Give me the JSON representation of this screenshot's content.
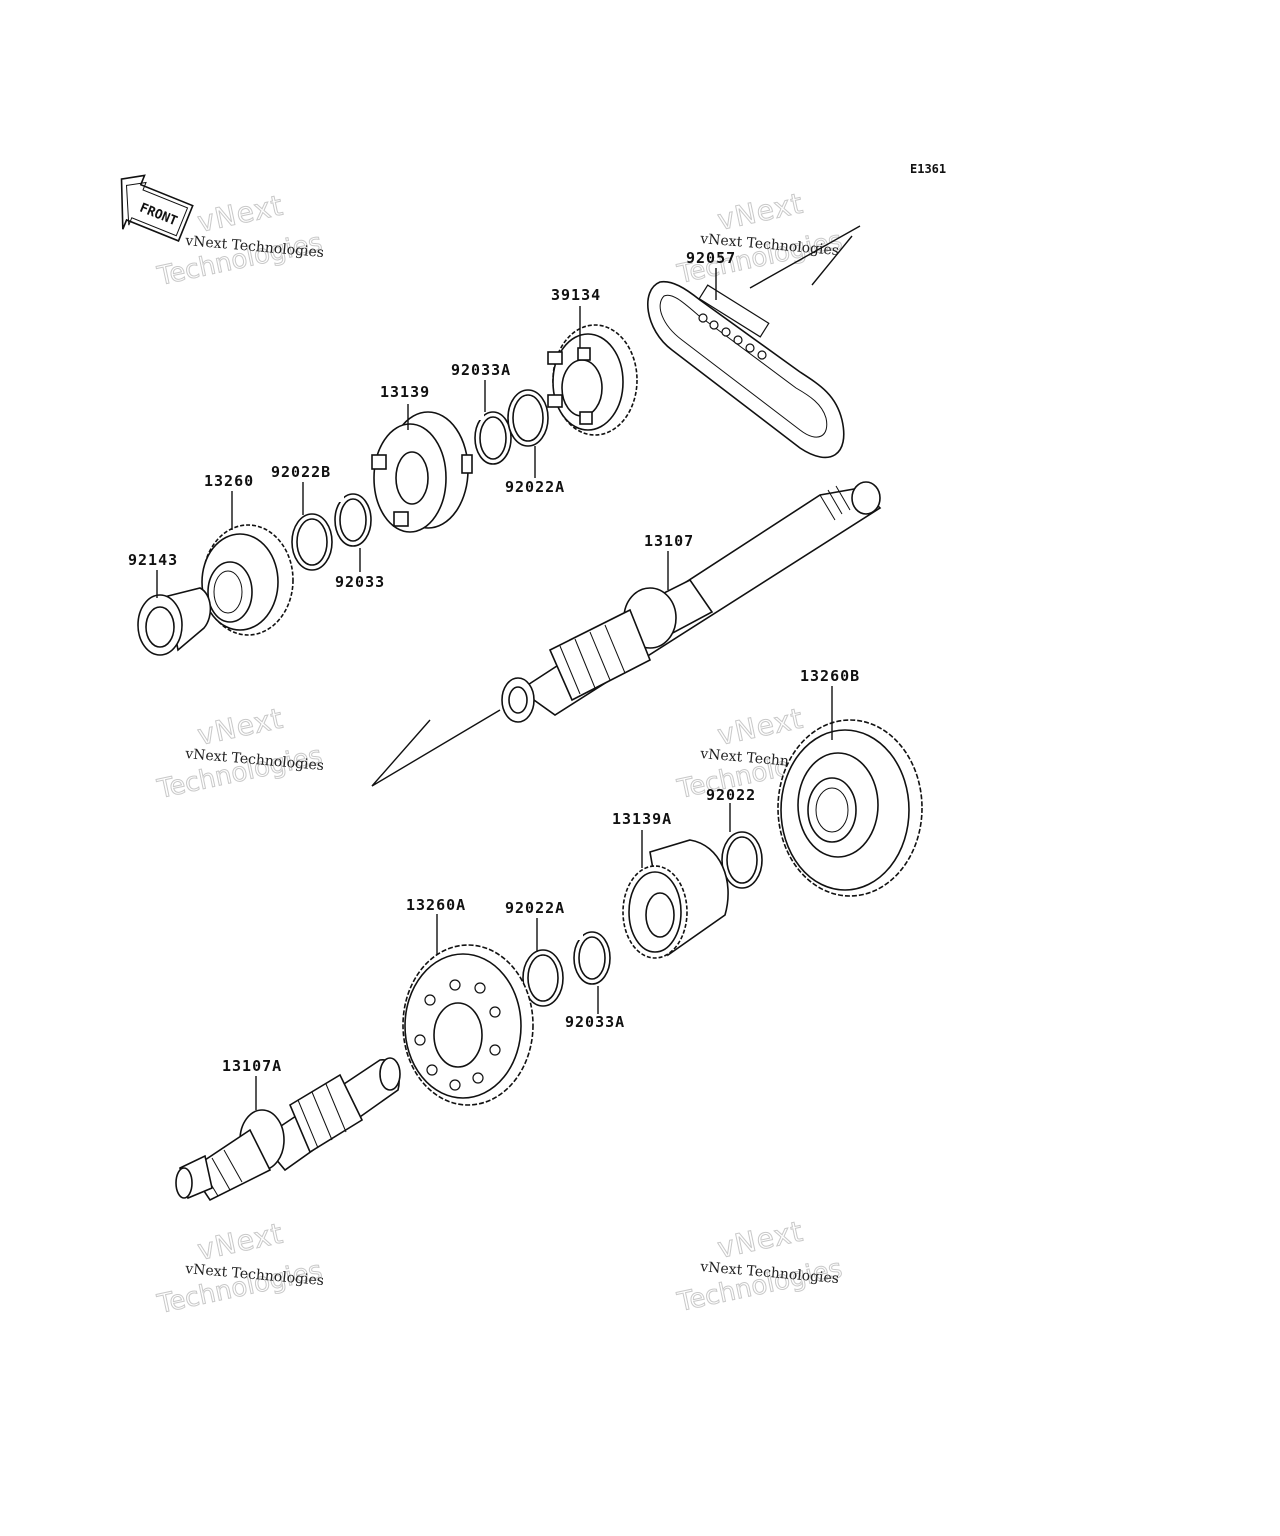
{
  "diagram_code": "E1361",
  "front_label": "FRONT",
  "watermark": {
    "line1": "vNext Technologies",
    "line2": "vNext",
    "line3": "Technologies"
  },
  "parts": {
    "p92057": "92057",
    "p39134": "39134",
    "p92033A_top": "92033A",
    "p13139": "13139",
    "p92022A_top": "92022A",
    "p92022B": "92022B",
    "p13260": "13260",
    "p92033": "92033",
    "p92143": "92143",
    "p13107": "13107",
    "p13260B": "13260B",
    "p92022": "92022",
    "p13139A": "13139A",
    "p13260A": "13260A",
    "p92022A_bottom": "92022A",
    "p92033A_bottom": "92033A",
    "p13107A": "13107A"
  }
}
